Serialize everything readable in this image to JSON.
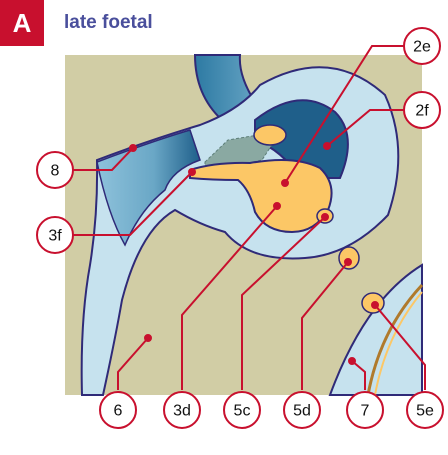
{
  "panel": {
    "letter": "A",
    "title": "late foetal"
  },
  "colors": {
    "accent": "#c8102e",
    "title": "#4a4f9c",
    "background_tissue": "#d1cda5",
    "light_blue": "#c6e2ee",
    "mid_blue": "#6aa7c6",
    "dark_blue": "#1f5f8a",
    "outline": "#2f2a78",
    "yolk": "#fcc766"
  },
  "labels": [
    "2e",
    "2f",
    "8",
    "3f",
    "6",
    "3d",
    "5c",
    "5d",
    "7",
    "5e"
  ]
}
